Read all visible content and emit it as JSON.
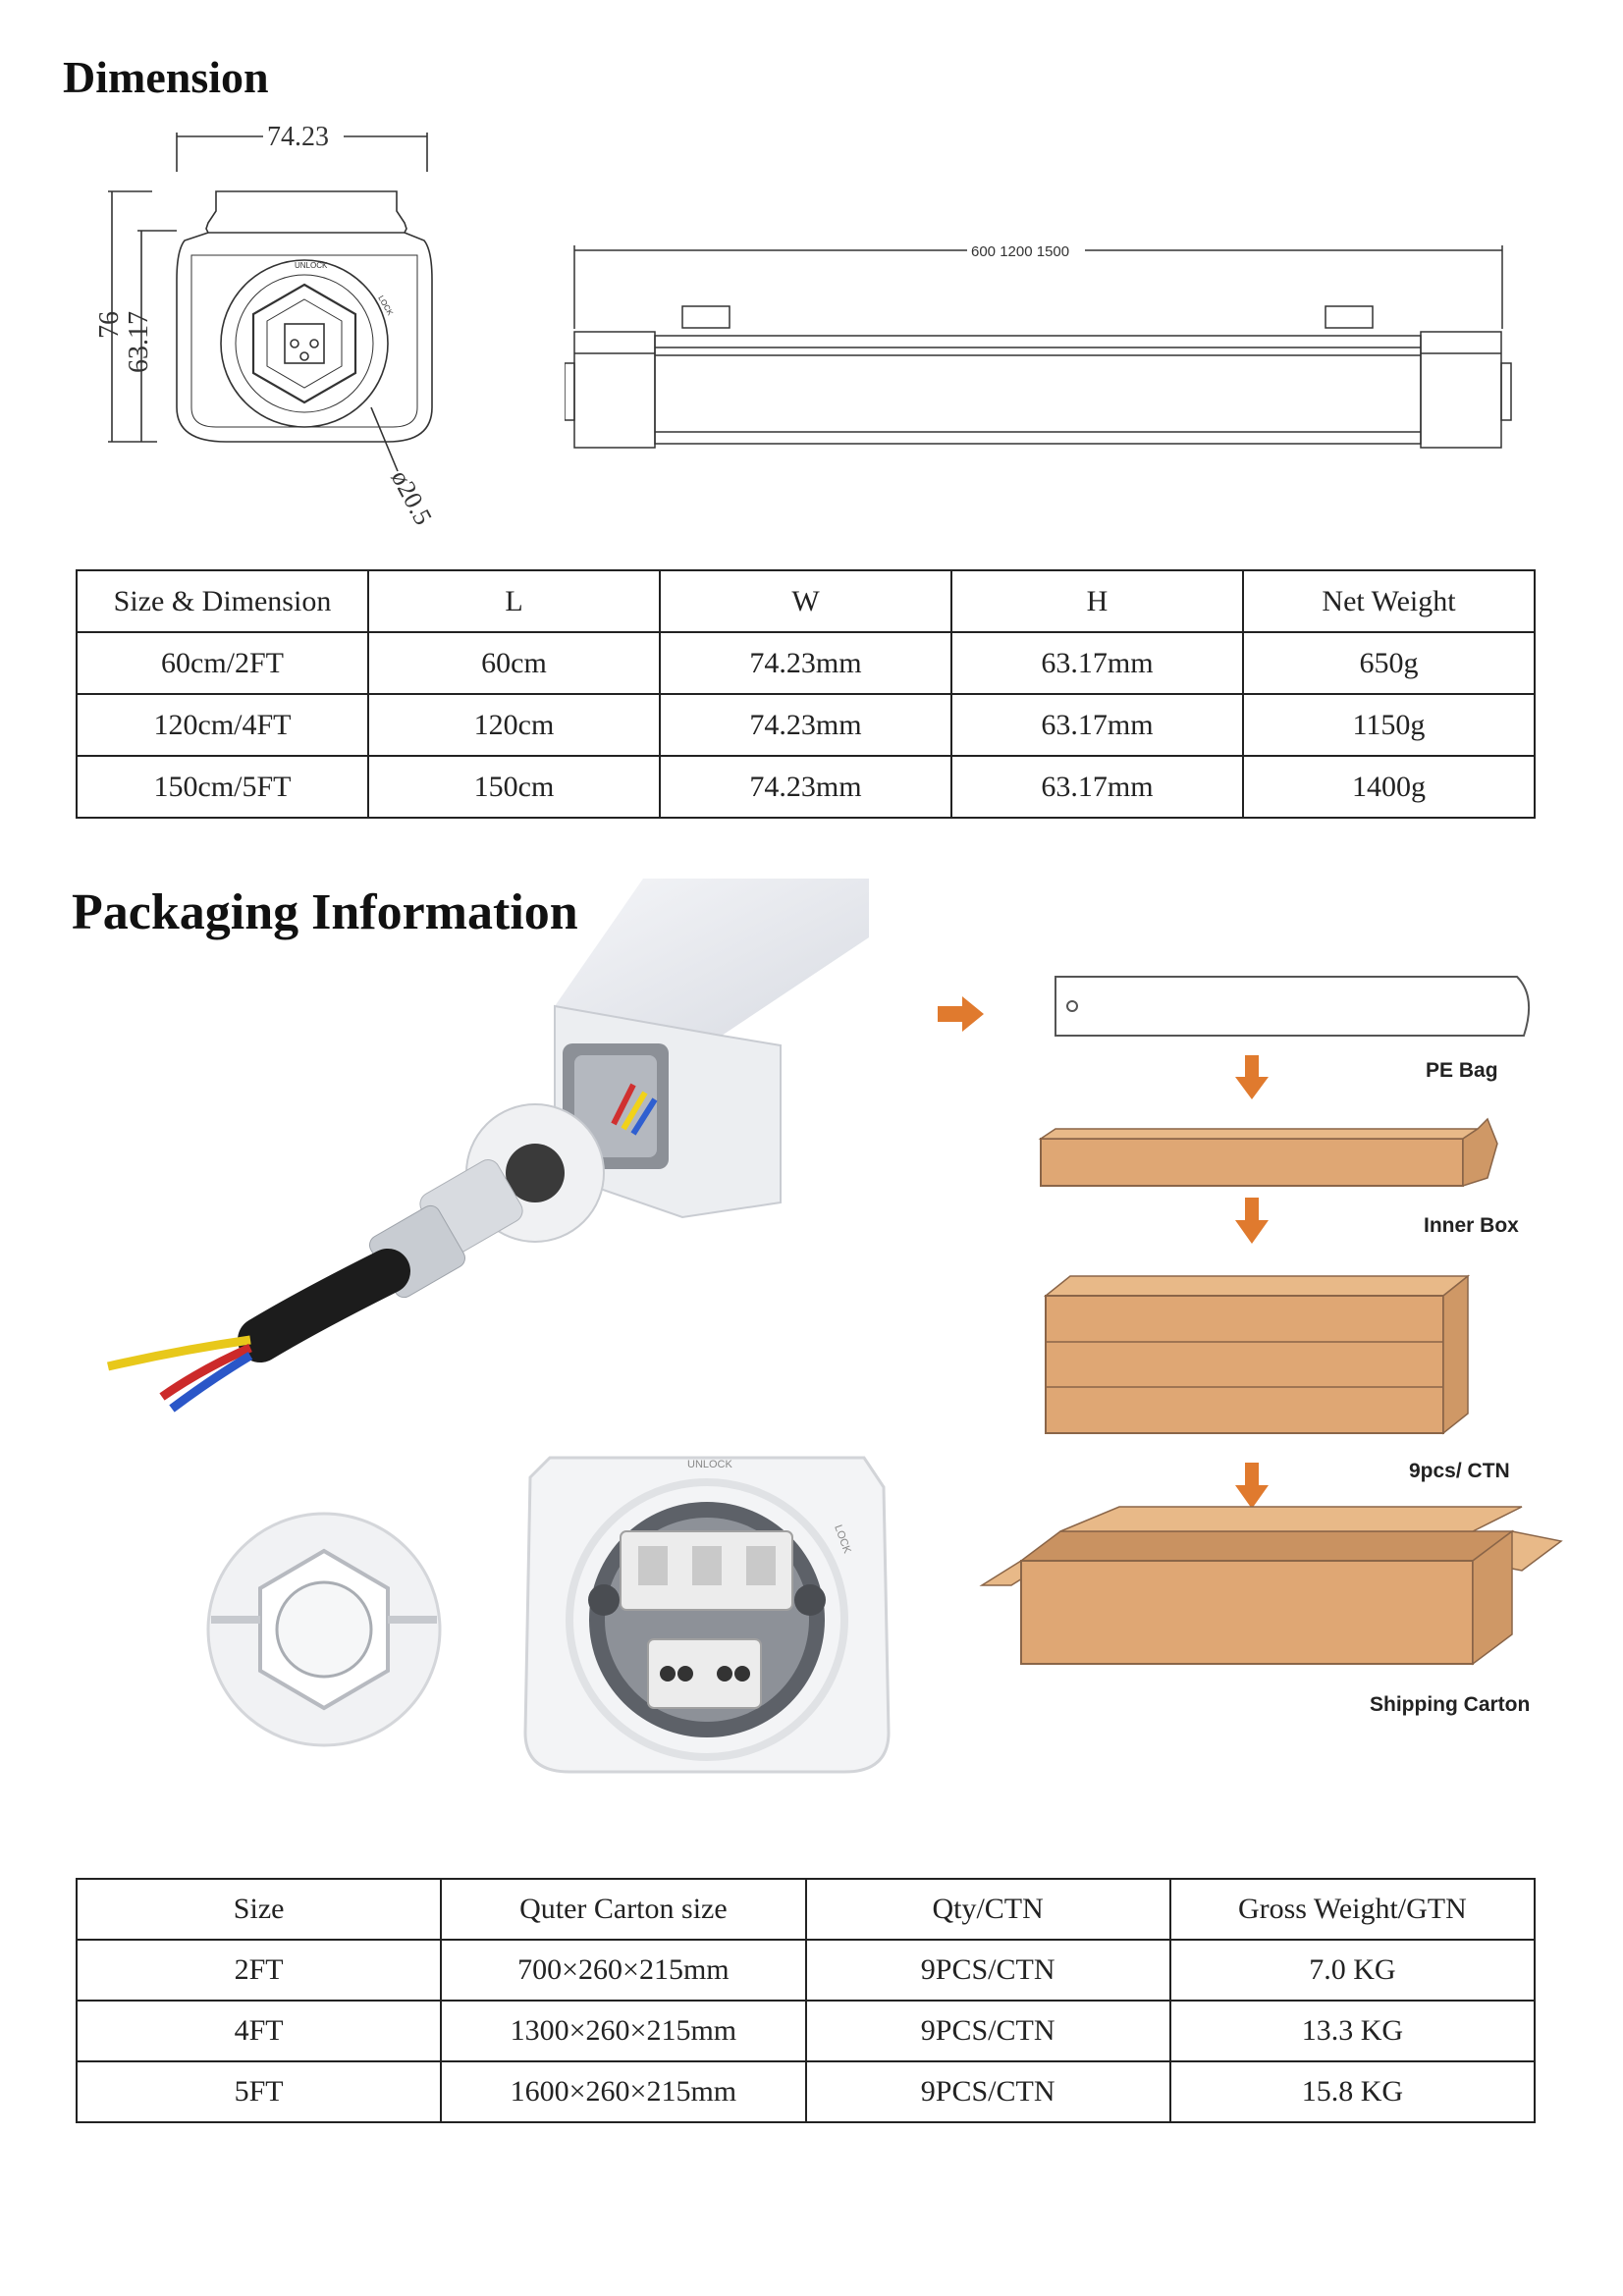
{
  "dimension": {
    "title": "Dimension",
    "drawing": {
      "width_label": "74.23",
      "height_label": "76",
      "inner_height_label": "63.17",
      "diameter_label": "ø20.5",
      "length_label": "600  1200  1500",
      "unlock_label": "UNLOCK",
      "lock_label": "LOCK"
    },
    "table": {
      "headers": [
        "Size & Dimension",
        "L",
        "W",
        "H",
        "Net Weight"
      ],
      "rows": [
        [
          "60cm/2FT",
          "60cm",
          "74.23mm",
          "63.17mm",
          "650g"
        ],
        [
          "120cm/4FT",
          "120cm",
          "74.23mm",
          "63.17mm",
          "1150g"
        ],
        [
          "150cm/5FT",
          "150cm",
          "74.23mm",
          "63.17mm",
          "1400g"
        ]
      ]
    }
  },
  "packaging": {
    "title": "Packaging Information",
    "steps": {
      "pe_bag": "PE Bag",
      "inner_box": "Inner Box",
      "per_carton": "9pcs/ CTN",
      "shipping_carton": "Shipping Carton"
    },
    "photo_labels": {
      "unlock": "UNLOCK",
      "lock": "LOCK"
    },
    "table": {
      "headers": [
        "Size",
        "Quter Carton size",
        "Qty/CTN",
        "Gross Weight/GTN"
      ],
      "rows": [
        [
          "2FT",
          "700×260×215mm",
          "9PCS/CTN",
          "7.0 KG"
        ],
        [
          "4FT",
          "1300×260×215mm",
          "9PCS/CTN",
          "13.3 KG"
        ],
        [
          "5FT",
          "1600×260×215mm",
          "9PCS/CTN",
          "15.8 KG"
        ]
      ]
    }
  },
  "colors": {
    "box": "#dfa774",
    "box_edge": "#8a6548",
    "arrow": "#e07a2e"
  }
}
